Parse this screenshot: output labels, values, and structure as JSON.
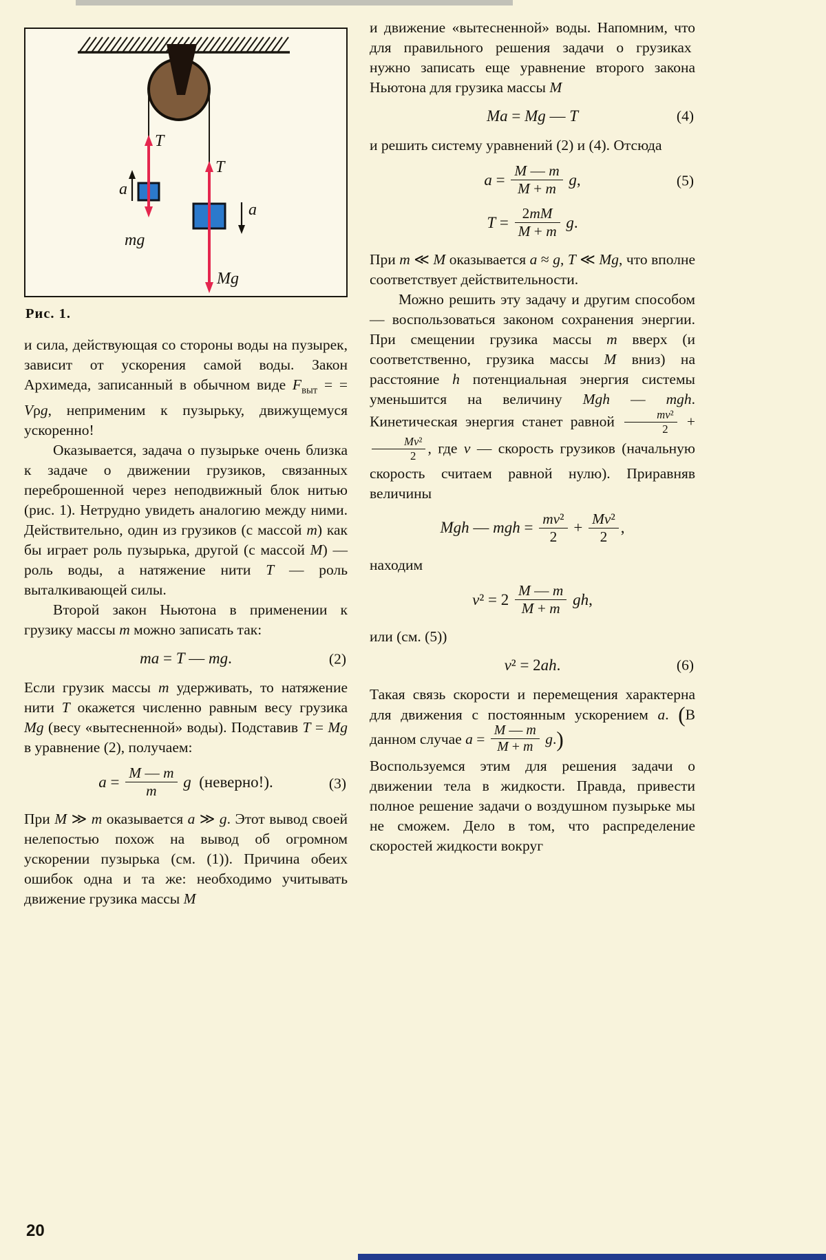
{
  "page": {
    "number": "20"
  },
  "colors": {
    "background": "#f8f3dc",
    "accent_red": "#e4264e",
    "mass_blue": "#2b79cc",
    "pulley_brown": "#7e5b3b",
    "bottom_strip": "#223b8f"
  },
  "figure": {
    "caption": "Рис. 1.",
    "labels": {
      "t_left": "T",
      "t_right": "T",
      "a_left": "a",
      "a_right": "a",
      "mg": "mg",
      "Mg": "Mg"
    }
  },
  "left_column": {
    "blocks": [
      {
        "type": "p",
        "indent": false,
        "html": "и сила, действующая со стороны воды на пузырек, зависит от ускорения самой воды. Закон Архимеда, записанный в обычном виде <i>F</i><sub>выт</sub> = = <i>V</i>ρ<i>g</i>, неприменим к пузырьку, движущемуся ускоренно!"
      },
      {
        "type": "p",
        "indent": true,
        "html": "Оказывается, задача о пузырьке очень близка к задаче о движении грузиков, связанных переброшенной через неподвижный блок нитью (рис. 1). Нетрудно увидеть аналогию между ними. Действительно, один из грузиков (с массой <i>m</i>) как бы играет роль пузырька, другой (с массой <i>M</i>) — роль воды, а натяжение нити <i>T</i> — роль выталкивающей силы."
      },
      {
        "type": "p",
        "indent": true,
        "html": "Второй закон Ньютона в применении к грузику массы <i>m</i> можно записать так:"
      },
      {
        "type": "eq",
        "num": "(2)",
        "html": "<i>ma</i> = <i>T</i> — <i>mg</i>."
      },
      {
        "type": "p",
        "indent": false,
        "html": "Если грузик массы <i>m</i> удерживать, то натяжение нити <i>T</i> окажется численно равным весу грузика <i>Mg</i> (весу «вытесненной» воды). Подставив <i>T</i> = <i>Mg</i> в уравнение (2), получаем:"
      },
      {
        "type": "eq",
        "num": "(3)",
        "html": "<i>a</i> = <span class='frac'><span class='fn'><i>M</i> — <i>m</i></span><span class='fd'><i>m</i></span></span> <i>g</i>&nbsp;&nbsp;(неверно!)."
      },
      {
        "type": "p",
        "indent": false,
        "html": "При <i>M</i> ≫ <i>m</i> оказывается <i>a</i> ≫ <i>g</i>. Этот вывод своей нелепостью похож на вывод об огромном ускорении пузырька (см. (1)). Причина обеих ошибок одна и та же: необходимо учитывать движение грузика массы <i>M</i>"
      }
    ]
  },
  "right_column": {
    "blocks": [
      {
        "type": "p",
        "indent": false,
        "html": "и движение «вытесненной» воды. Напомним, что для правильного решения задачи о грузиках&nbsp; нужно записать еще уравнение второго закона Ньютона для грузика массы <i>M</i>"
      },
      {
        "type": "eq",
        "num": "(4)",
        "html": "<i>Ma</i> = <i>Mg</i> — <i>T</i>"
      },
      {
        "type": "p",
        "indent": false,
        "html": "и решить систему уравнений (2) и (4). Отсюда"
      },
      {
        "type": "eq",
        "num": "(5)",
        "html": "<i>a</i> = <span class='frac'><span class='fn'><i>M</i> — <i>m</i></span><span class='fd'><i>M</i> + <i>m</i></span></span> <i>g</i>,"
      },
      {
        "type": "eq",
        "num": "",
        "html": "<i>T</i> = <span class='frac'><span class='fn'>2<i>mM</i></span><span class='fd'><i>M</i> + <i>m</i></span></span> <i>g</i>."
      },
      {
        "type": "p",
        "indent": false,
        "html": "При <i>m</i> ≪ <i>M</i> оказывается <i>a</i> ≈ <i>g</i>, <i>T</i> ≪ <i>Mg</i>, что вполне соответствует действительности."
      },
      {
        "type": "p",
        "indent": true,
        "html": "Можно решить эту задачу и другим способом — воспользоваться законом сохранения энергии. При смещении грузика массы <i>m</i> вверх (и соответственно, грузика массы <i>M</i> вниз) на расстояние <i>h</i> потенциальная энергия системы уменьшится на величину <i>Mgh</i> — <i>mgh</i>. Кинетическая энергия станет равной <span class='frac sfrac'><span class='fn'><i>mv</i>²</span><span class='fd'>2</span></span> + <span class='frac sfrac'><span class='fn'><i>Mv</i>²</span><span class='fd'>2</span></span>, где <i>v</i> — скорость грузиков (начальную скорость считаем равной нулю). Приравняв величины"
      },
      {
        "type": "eq",
        "num": "",
        "html": "<i>Mgh</i> — <i>mgh</i> = <span class='frac'><span class='fn'><i>mv</i>²</span><span class='fd'>2</span></span> + <span class='frac'><span class='fn'><i>Mv</i>²</span><span class='fd'>2</span></span>,"
      },
      {
        "type": "p",
        "indent": false,
        "html": "находим"
      },
      {
        "type": "eq",
        "num": "",
        "html": "<i>v</i>² = 2 <span class='frac'><span class='fn'><i>M</i> — <i>m</i></span><span class='fd'><i>M</i> + <i>m</i></span></span> <i>gh</i>,"
      },
      {
        "type": "p",
        "indent": false,
        "html": "или (см. (5))"
      },
      {
        "type": "eq",
        "num": "(6)",
        "html": "<i>v</i>² = 2<i>ah</i>."
      },
      {
        "type": "p",
        "indent": false,
        "html": "Такая связь скорости и перемещения характерна для движения с постоянным ускорением <i>a</i>. <span class='bigp'>(</span>В данном случае <i>a</i> = <span class='frac'><span class='fn'><i>M</i> — <i>m</i></span><span class='fd'><i>M</i> + <i>m</i></span></span> <i>g</i>.<span class='bigp'>)</span>"
      },
      {
        "type": "p",
        "indent": false,
        "html": "Воспользуемся этим для решения задачи о движении тела в жидкости. Правда, привести полное решение задачи о воздушном пузырьке мы не сможем. Дело в том, что распределение скоростей жидкости вокруг"
      }
    ]
  }
}
